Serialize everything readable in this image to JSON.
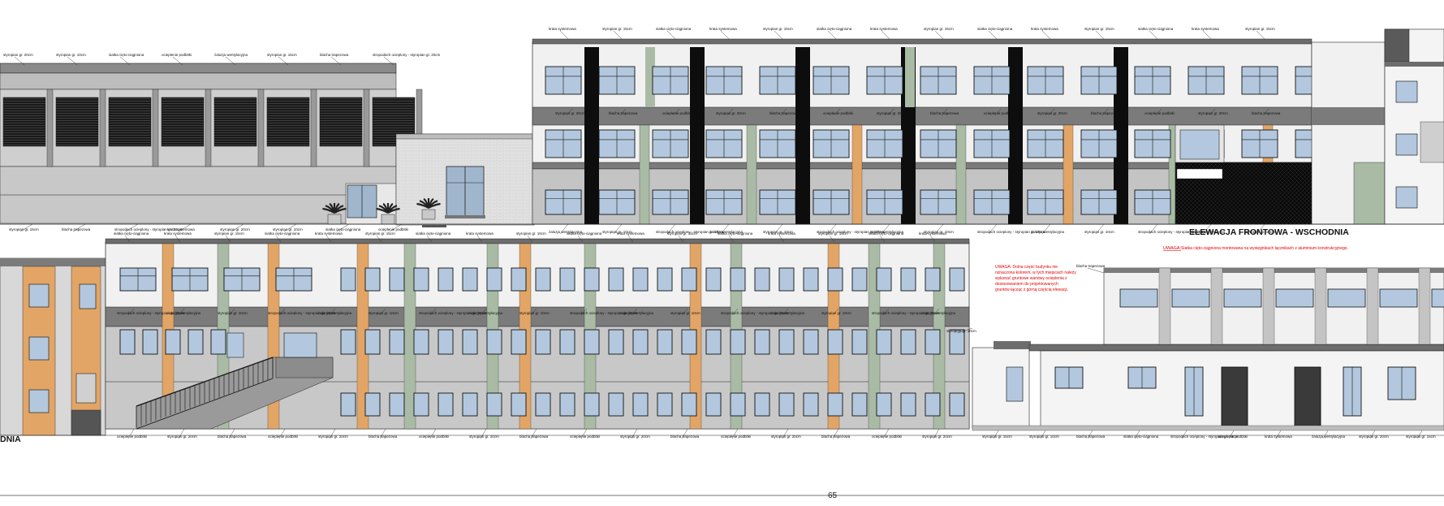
{
  "sheet": {
    "page_number": "65",
    "title_upper": "ELEWACJA FRONTOWA - WSCHODNIA",
    "title_left_fragment": "DNIA"
  },
  "note": {
    "heading": "UWAGA:",
    "upper_right_rest": "Siatka cięto-ciągniona montowana na wysięgnikach łącznikach z aluminium konstrukcyjnego.",
    "lower_lines": [
      "UWAGA: Dolna część budynku nie",
      "oznaczona kolorem, w tych miejscach należy",
      "wykonać gruntowe warstwy ocieplenia z",
      "dostosowaniem do projektowanych",
      "gruntów łącząc z górną częścią elewacji."
    ]
  },
  "callouts": {
    "plaster_20": "styropian gr. 20cm",
    "plaster_15": "styropian gr. 15cm",
    "plaster_10": "styropian gr. 10cm",
    "metal_sheet": "blacha trapezowa",
    "mesh": "siatka cięto-ciągniona",
    "roof_insulation": "stropodach ocieplony - styropian gr. 20cm",
    "soffit": "ocieplenie podbitki",
    "grate": "krata systemowa",
    "louvre": "żaluzja wentylacyjna"
  },
  "colors": {
    "facade_white": "#f1f1f1",
    "facade_grey": "#c4c4c4",
    "band_dark": "#7b7b7b",
    "cladding_black": "#0d0d0d",
    "accent_orange": "#e2a566",
    "accent_green": "#a9bba4",
    "glass_blue": "#b3c8de",
    "annotation_red": "#e00000"
  }
}
